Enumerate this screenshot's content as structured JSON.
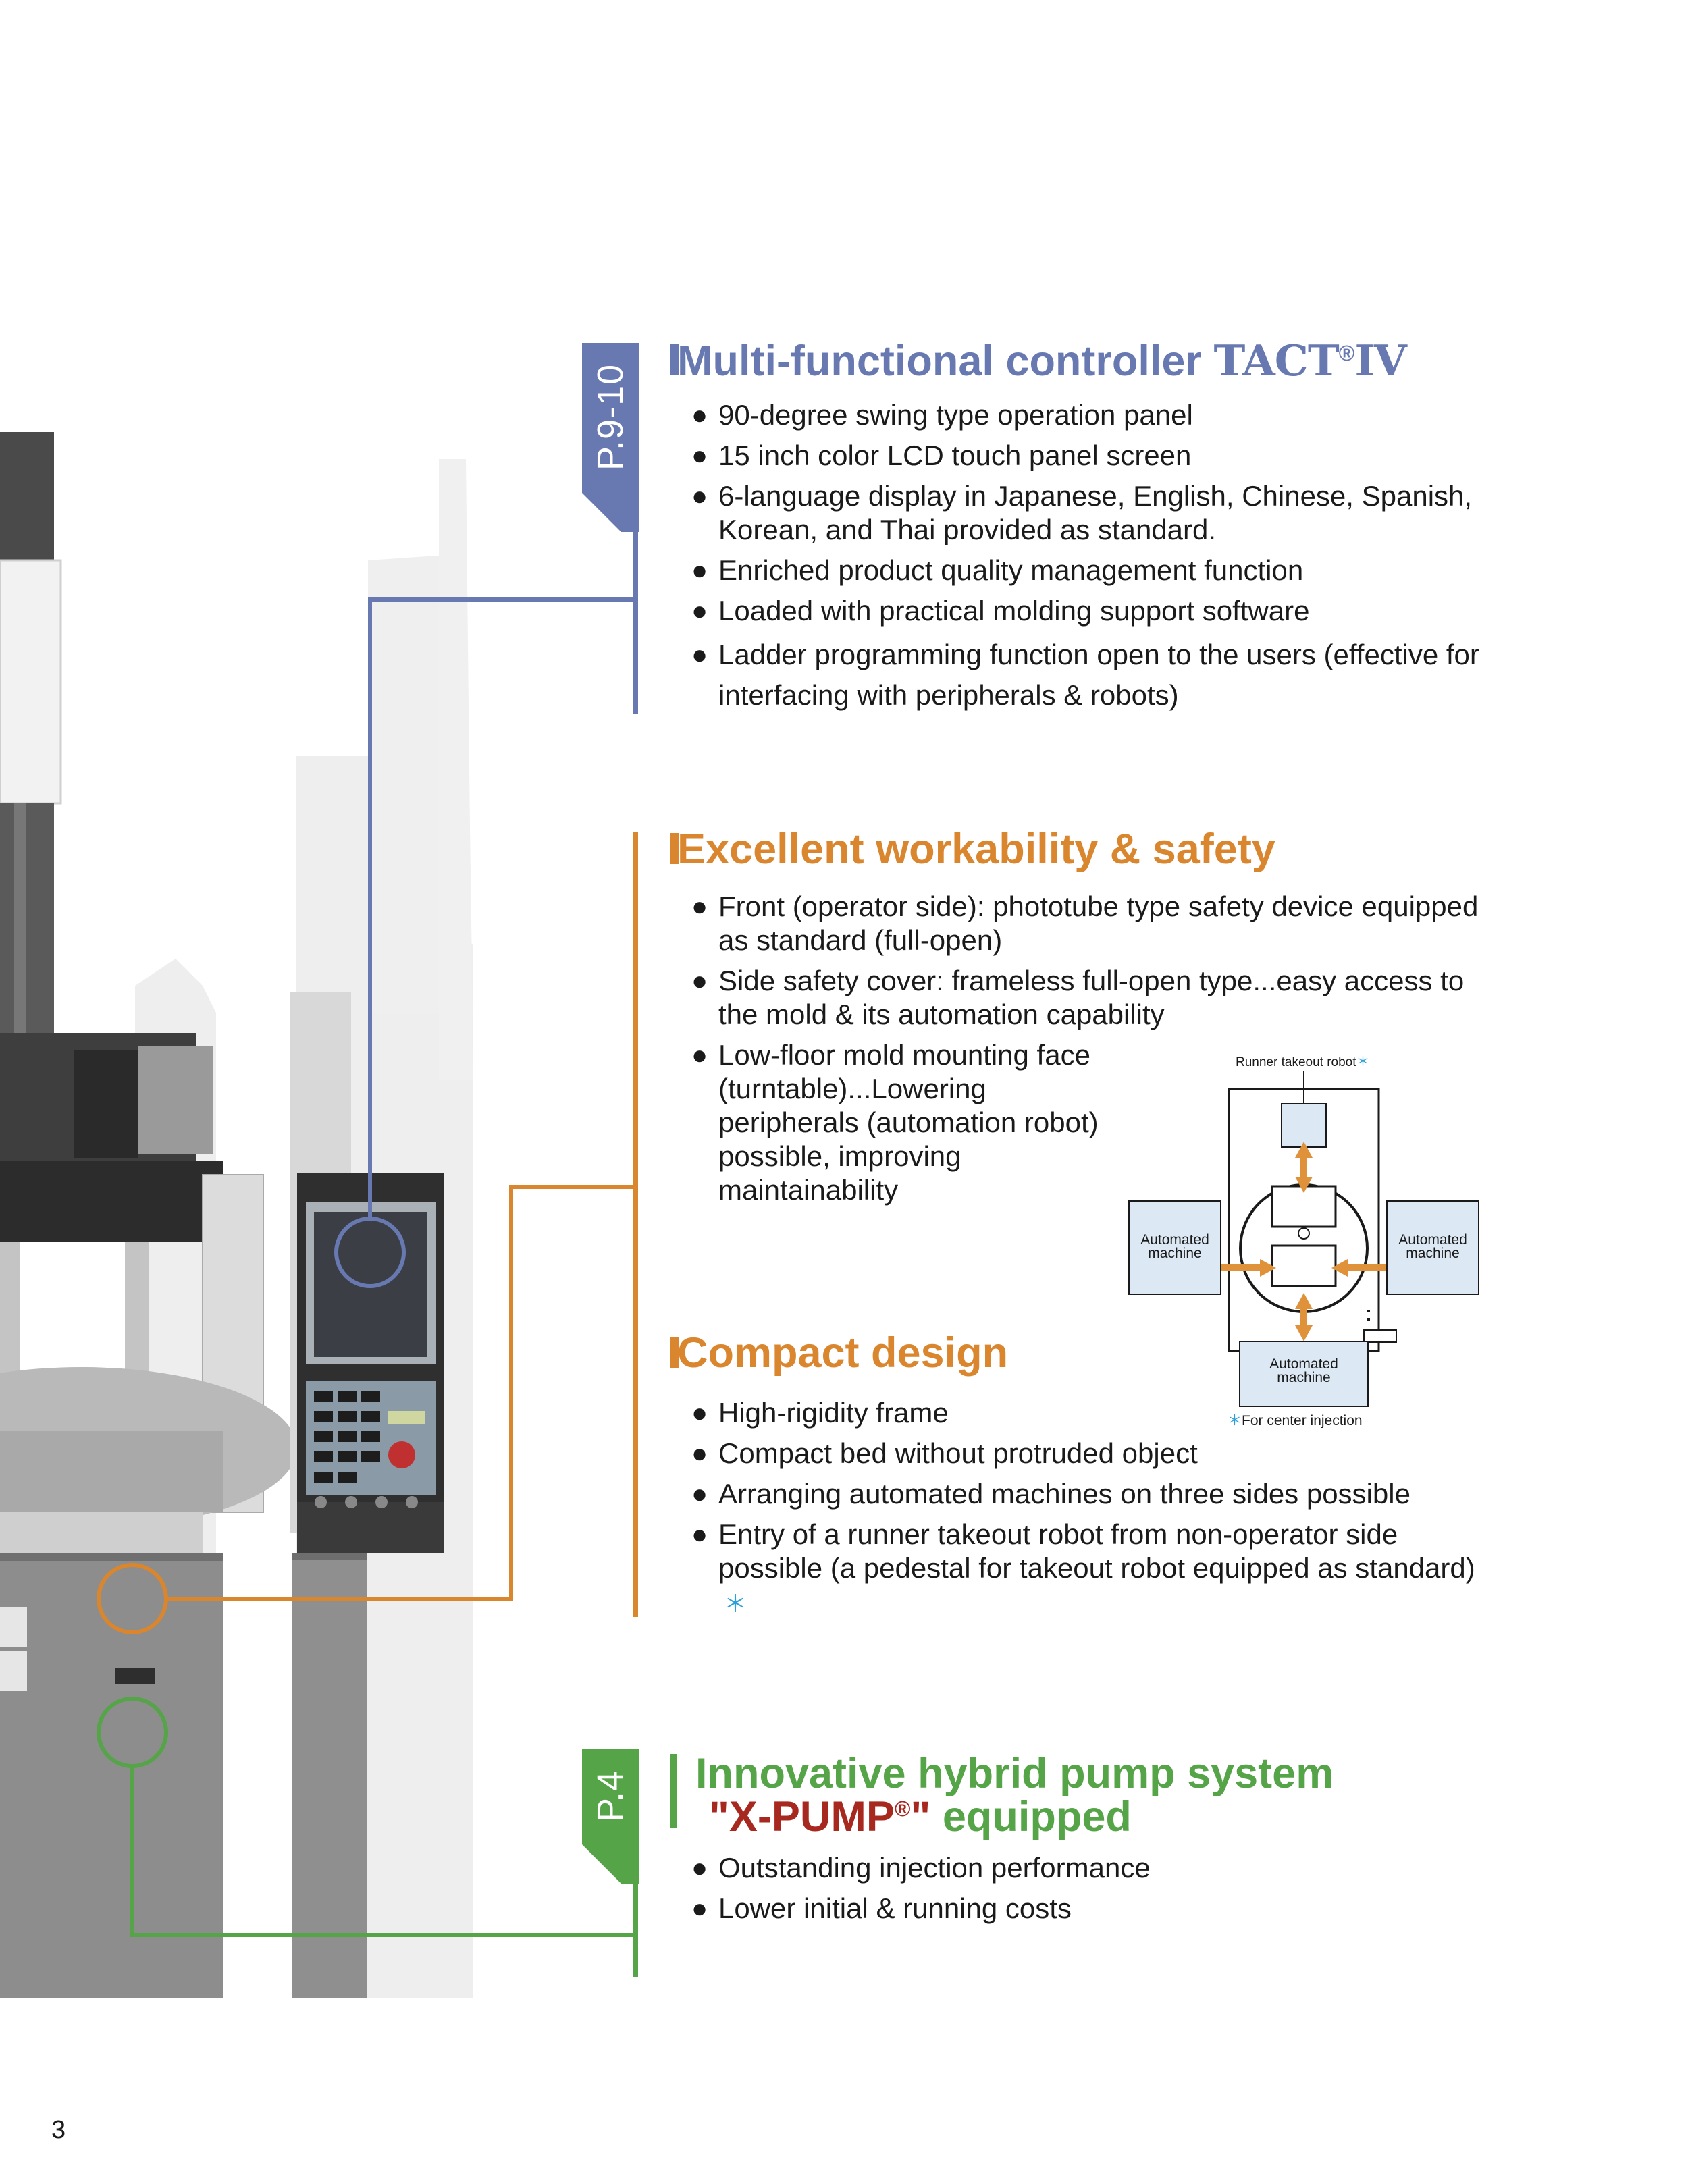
{
  "tabs": {
    "controller": "P.9-10",
    "pump": "P.4"
  },
  "sections": {
    "controller": {
      "title": "Multi-functional controller ",
      "brand": "TACT",
      "brand_reg": "®",
      "brand_suffix": "IV",
      "bullets": [
        "90-degree swing type operation panel",
        "15 inch color LCD touch panel screen",
        "6-language display in Japanese, English, Chinese, Spanish, Korean, and Thai provided as standard.",
        "Enriched product quality management function",
        "Loaded with practical molding support software",
        "Ladder programming function open to the users (effective for interfacing with peripherals & robots)"
      ]
    },
    "workability": {
      "title": "Excellent workability & safety",
      "bullets": [
        "Front (operator side): phototube type safety device equipped as standard (full-open)",
        "Side safety cover: frameless full-open type...easy access to the mold & its automation capability",
        "Low-floor mold mounting face (turntable)...Lowering peripherals (automation robot) possible, improving maintainability"
      ]
    },
    "compact": {
      "title": "Compact design",
      "bullets": [
        "High-rigidity frame",
        "Compact bed without protruded object",
        "Arranging automated machines on three sides possible",
        "Entry of a runner takeout robot from non-operator side possible (a pedestal for takeout robot equipped as standard)"
      ],
      "asterisk": "＊"
    },
    "pump": {
      "title_line1": "Innovative hybrid pump system",
      "title_q1": "\"X-PUMP",
      "title_reg": "®",
      "title_q2": "\"",
      "title_rest": " equipped",
      "bullets": [
        "Outstanding injection performance",
        "Lower initial & running costs"
      ]
    }
  },
  "diagram": {
    "runner_label": "Runner takeout robot",
    "asterisk": "＊",
    "automated_machine": "Automated machine",
    "automated_left_1": "Automated",
    "automated_left_2": "machine",
    "automated_right_1": "Automated",
    "automated_right_2": "machine",
    "automated_bottom_1": "Automated",
    "automated_bottom_2": "machine",
    "footnote": "For center injection"
  },
  "colors": {
    "blue": "#6779b0",
    "orange": "#d9862e",
    "green": "#55a447",
    "red": "#a7281f",
    "diagram_arrow": "#e0923a",
    "diagram_fill": "#dce9f4"
  },
  "page_number": "3"
}
